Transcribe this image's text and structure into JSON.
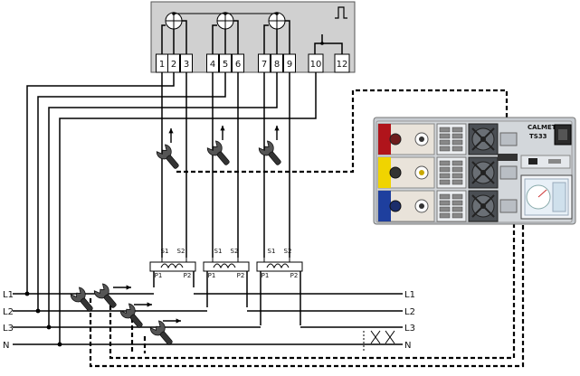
{
  "meter": {
    "terminals": [
      "1",
      "2",
      "3",
      "4",
      "5",
      "6",
      "7",
      "8",
      "9",
      "10",
      "12"
    ],
    "pulse_icon": "square-pulse-icon"
  },
  "lines": {
    "l1": "L1",
    "l2": "L2",
    "l3": "L3",
    "n": "N"
  },
  "ct_labels": {
    "s1": "S1",
    "s2": "S2",
    "p1": "P1",
    "p2": "P2"
  },
  "device": {
    "brand": "CALMET",
    "model": "TS33"
  },
  "colors": {
    "meter_fill": "#d0d0d0",
    "device_fill": "#c7ccd1",
    "phase1": "#b0141b",
    "phase2": "#f0d400",
    "phase3": "#1e3f9e",
    "wire": "#000000"
  }
}
